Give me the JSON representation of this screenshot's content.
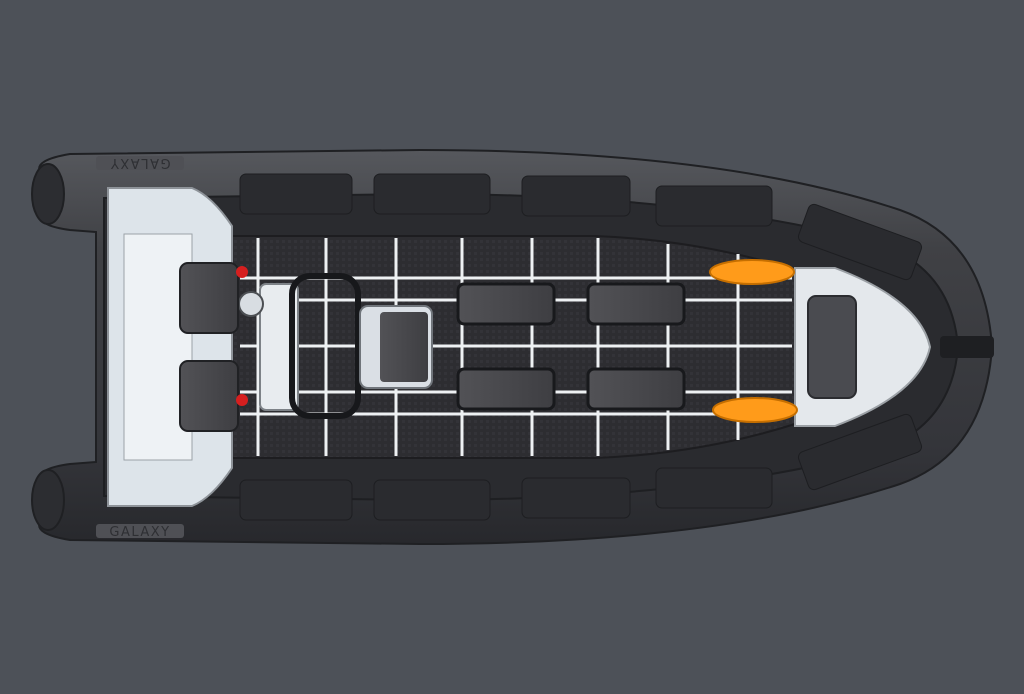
{
  "scene": {
    "background_color": "#4d5158",
    "subject": "rigid-inflatable-boat-top-view"
  },
  "boat": {
    "brand_label_top": "GALAXY",
    "brand_label_bottom": "GALAXY",
    "tube_color": "#3b3c40",
    "tube_highlight": "#53555a",
    "deck_color": "#2f2f33",
    "frame_color": "#e8ecef",
    "seat_color": "#4a4a4e",
    "lifebuoy_color": "#ff9b1a",
    "light_color": "#d61f1f"
  }
}
